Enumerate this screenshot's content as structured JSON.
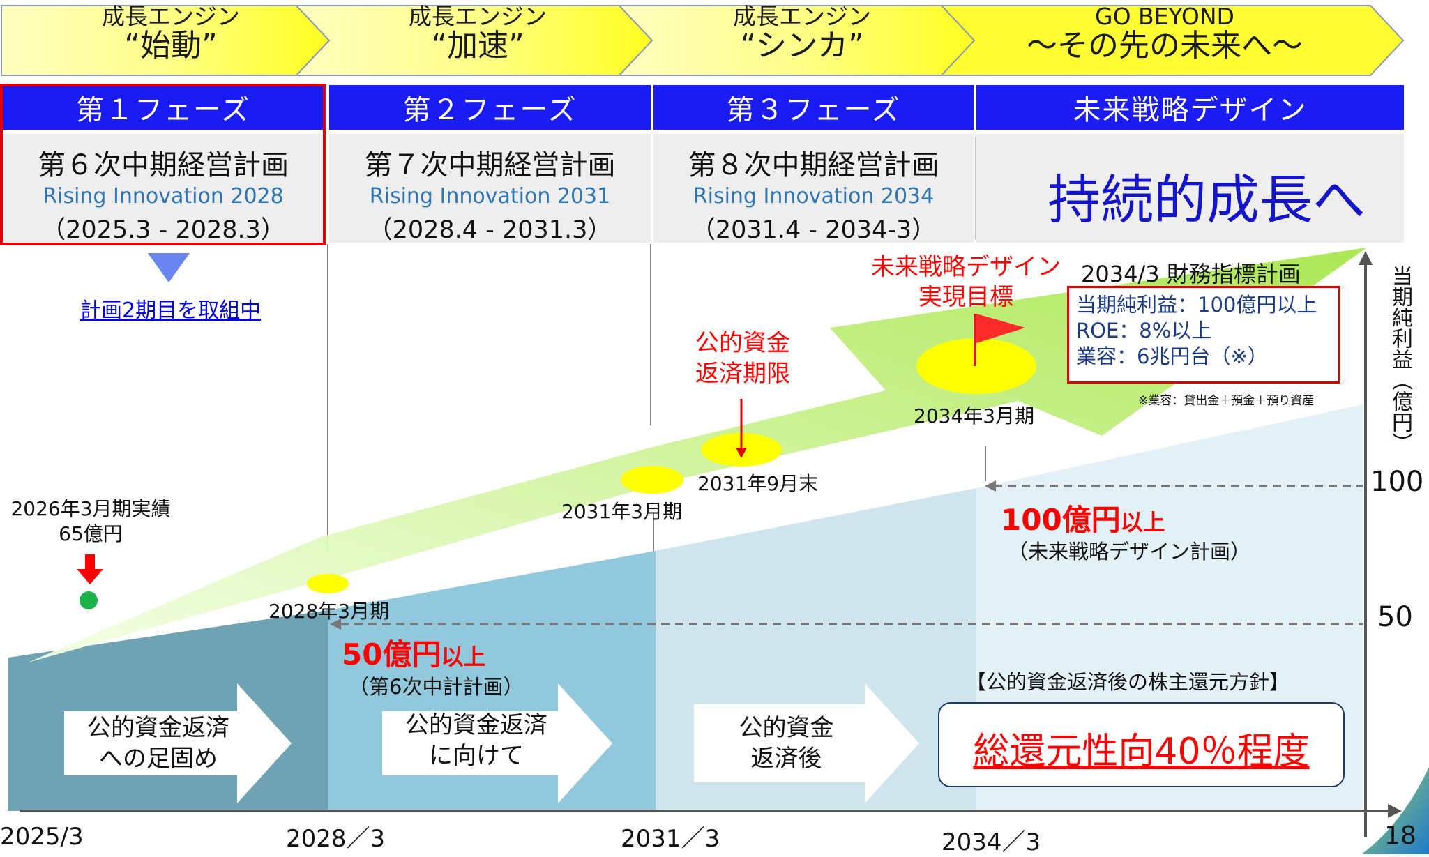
{
  "engines": [
    {
      "line1": "成長エンジン",
      "line2": "“始動”"
    },
    {
      "line1": "成長エンジン",
      "line2": "“加速”"
    },
    {
      "line1": "成長エンジン",
      "line2": "“シンカ”"
    },
    {
      "line1": "GO BEYOND",
      "line2": "～その先の未来へ～"
    }
  ],
  "phases": [
    "第１フェーズ",
    "第２フェーズ",
    "第３フェーズ",
    "未来戦略デザイン"
  ],
  "plans": [
    {
      "title": "第６次中期経営計画",
      "sub": "Rising Innovation 2028",
      "period": "（2025.3 - 2028.3）"
    },
    {
      "title": "第７次中期経営計画",
      "sub": "Rising Innovation 2031",
      "period": "（2028.4 - 2031.3）"
    },
    {
      "title": "第８次中期経営計画",
      "sub": "Rising Innovation 2034",
      "period": "（2031.4 - 2034-3）"
    }
  ],
  "future_goal": "持続的成長へ",
  "current_link": "計画2期目を取組中",
  "labels": {
    "actual_2026_line1": "2026年3月期実績",
    "actual_2026_line2": "65億円",
    "m_2028": "2028年3月期",
    "m_2031": "2031年3月期",
    "m_2031_9": "2031年9月末",
    "m_2034": "2034年3月期",
    "repay_deadline_l1": "公的資金",
    "repay_deadline_l2": "返済期限",
    "future_target_l1": "未来戦略デザイン",
    "future_target_l2": "実現目標",
    "fin_plan_title": "2034/3 財務指標計画",
    "fin_plan_items": [
      "当期純利益：100億円以上",
      "ROE：8%以上",
      "業容：6兆円台（※）"
    ],
    "fin_plan_note": "※業容：貸出金＋預金＋預り資産",
    "target100_num": "100億円",
    "target100_suffix": "以上",
    "target100_note": "（未来戦略デザイン計画）",
    "target50_num": "50億円",
    "target50_suffix": "以上",
    "target50_note": "（第6次中計計画）",
    "policy_title": "【公的資金返済後の株主還元方針】",
    "policy_value": "総還元性向40％程度"
  },
  "arrows": [
    {
      "line1": "公的資金返済",
      "line2": "への足固め"
    },
    {
      "line1": "公的資金返済",
      "line2": "に向けて"
    },
    {
      "line1": "公的資金",
      "line2": "返済後"
    }
  ],
  "axis": {
    "y_label": "当期純利益（億円）",
    "y_ticks": [
      "100",
      "50"
    ],
    "x_ticks": [
      "2025/3",
      "2028／3",
      "2031／3",
      "2034／3"
    ]
  },
  "page_number": "18",
  "colors": {
    "phase_blue": "#1b1bf3",
    "engine_yellow": "#ffff66",
    "accent_red": "#ff0000",
    "link_blue": "#0000ee"
  }
}
